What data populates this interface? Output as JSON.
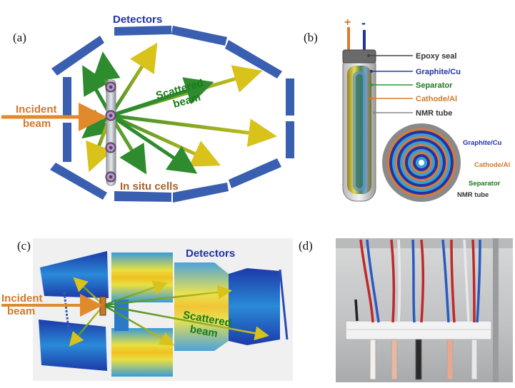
{
  "panels": {
    "a": {
      "label": "(a)",
      "detectors": "Detectors",
      "incident_line1": "Incident",
      "incident_line2": "beam",
      "scattered_line1": "Scattered",
      "scattered_line2": "beam",
      "cells": "In situ cells"
    },
    "b": {
      "label": "(b)",
      "plus": "+",
      "minus": "-",
      "epoxy": "Epoxy seal",
      "graphite": "Graphite/Cu",
      "separator": "Separator",
      "cathode": "Cathode/Al",
      "nmr": "NMR tube",
      "cs_graphite": "Graphite/Cu",
      "cs_cathode": "Cathode/Al",
      "cs_separator": "Separator",
      "cs_nmr": "NMR tube"
    },
    "c": {
      "label": "(c)",
      "detectors": "Detectors",
      "incident_line1": "Incident",
      "incident_line2": "beam",
      "scattered_line1": "Scattered",
      "scattered_line2": "beam"
    },
    "d": {
      "label": "(d)"
    }
  },
  "colors": {
    "detector_blue": "#3a5fb0",
    "arrow_green": "#2e8b2e",
    "arrow_yellow": "#d9c21a",
    "incident_orange": "#e08a2c",
    "graphite_blue": "#2233aa",
    "cathode_orange": "#e07a2a",
    "separator_green": "#2a9a2a"
  }
}
